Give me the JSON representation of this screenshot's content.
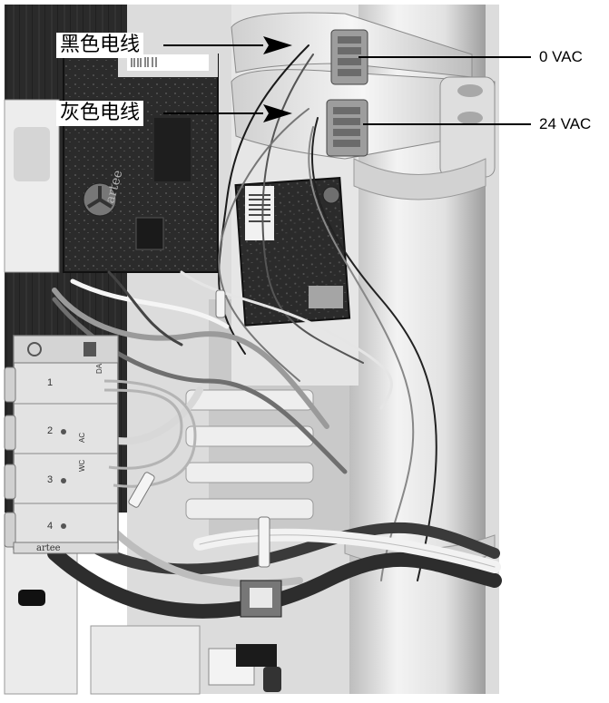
{
  "photo": {
    "subject": "humidifier-control-cabinet-wiring",
    "tone": "grayscale"
  },
  "callouts": {
    "black_wire": "黑色电线",
    "gray_wire": "灰色电线"
  },
  "voltages": {
    "top": "0 VAC",
    "bottom": "24 VAC"
  },
  "board_printing": {
    "manifold_brand": "artee",
    "manifold_rows": [
      "1",
      "2",
      "3",
      "4"
    ],
    "row_tags": [
      "AC",
      "WC",
      "DA"
    ],
    "main_board_brand": "artee"
  }
}
